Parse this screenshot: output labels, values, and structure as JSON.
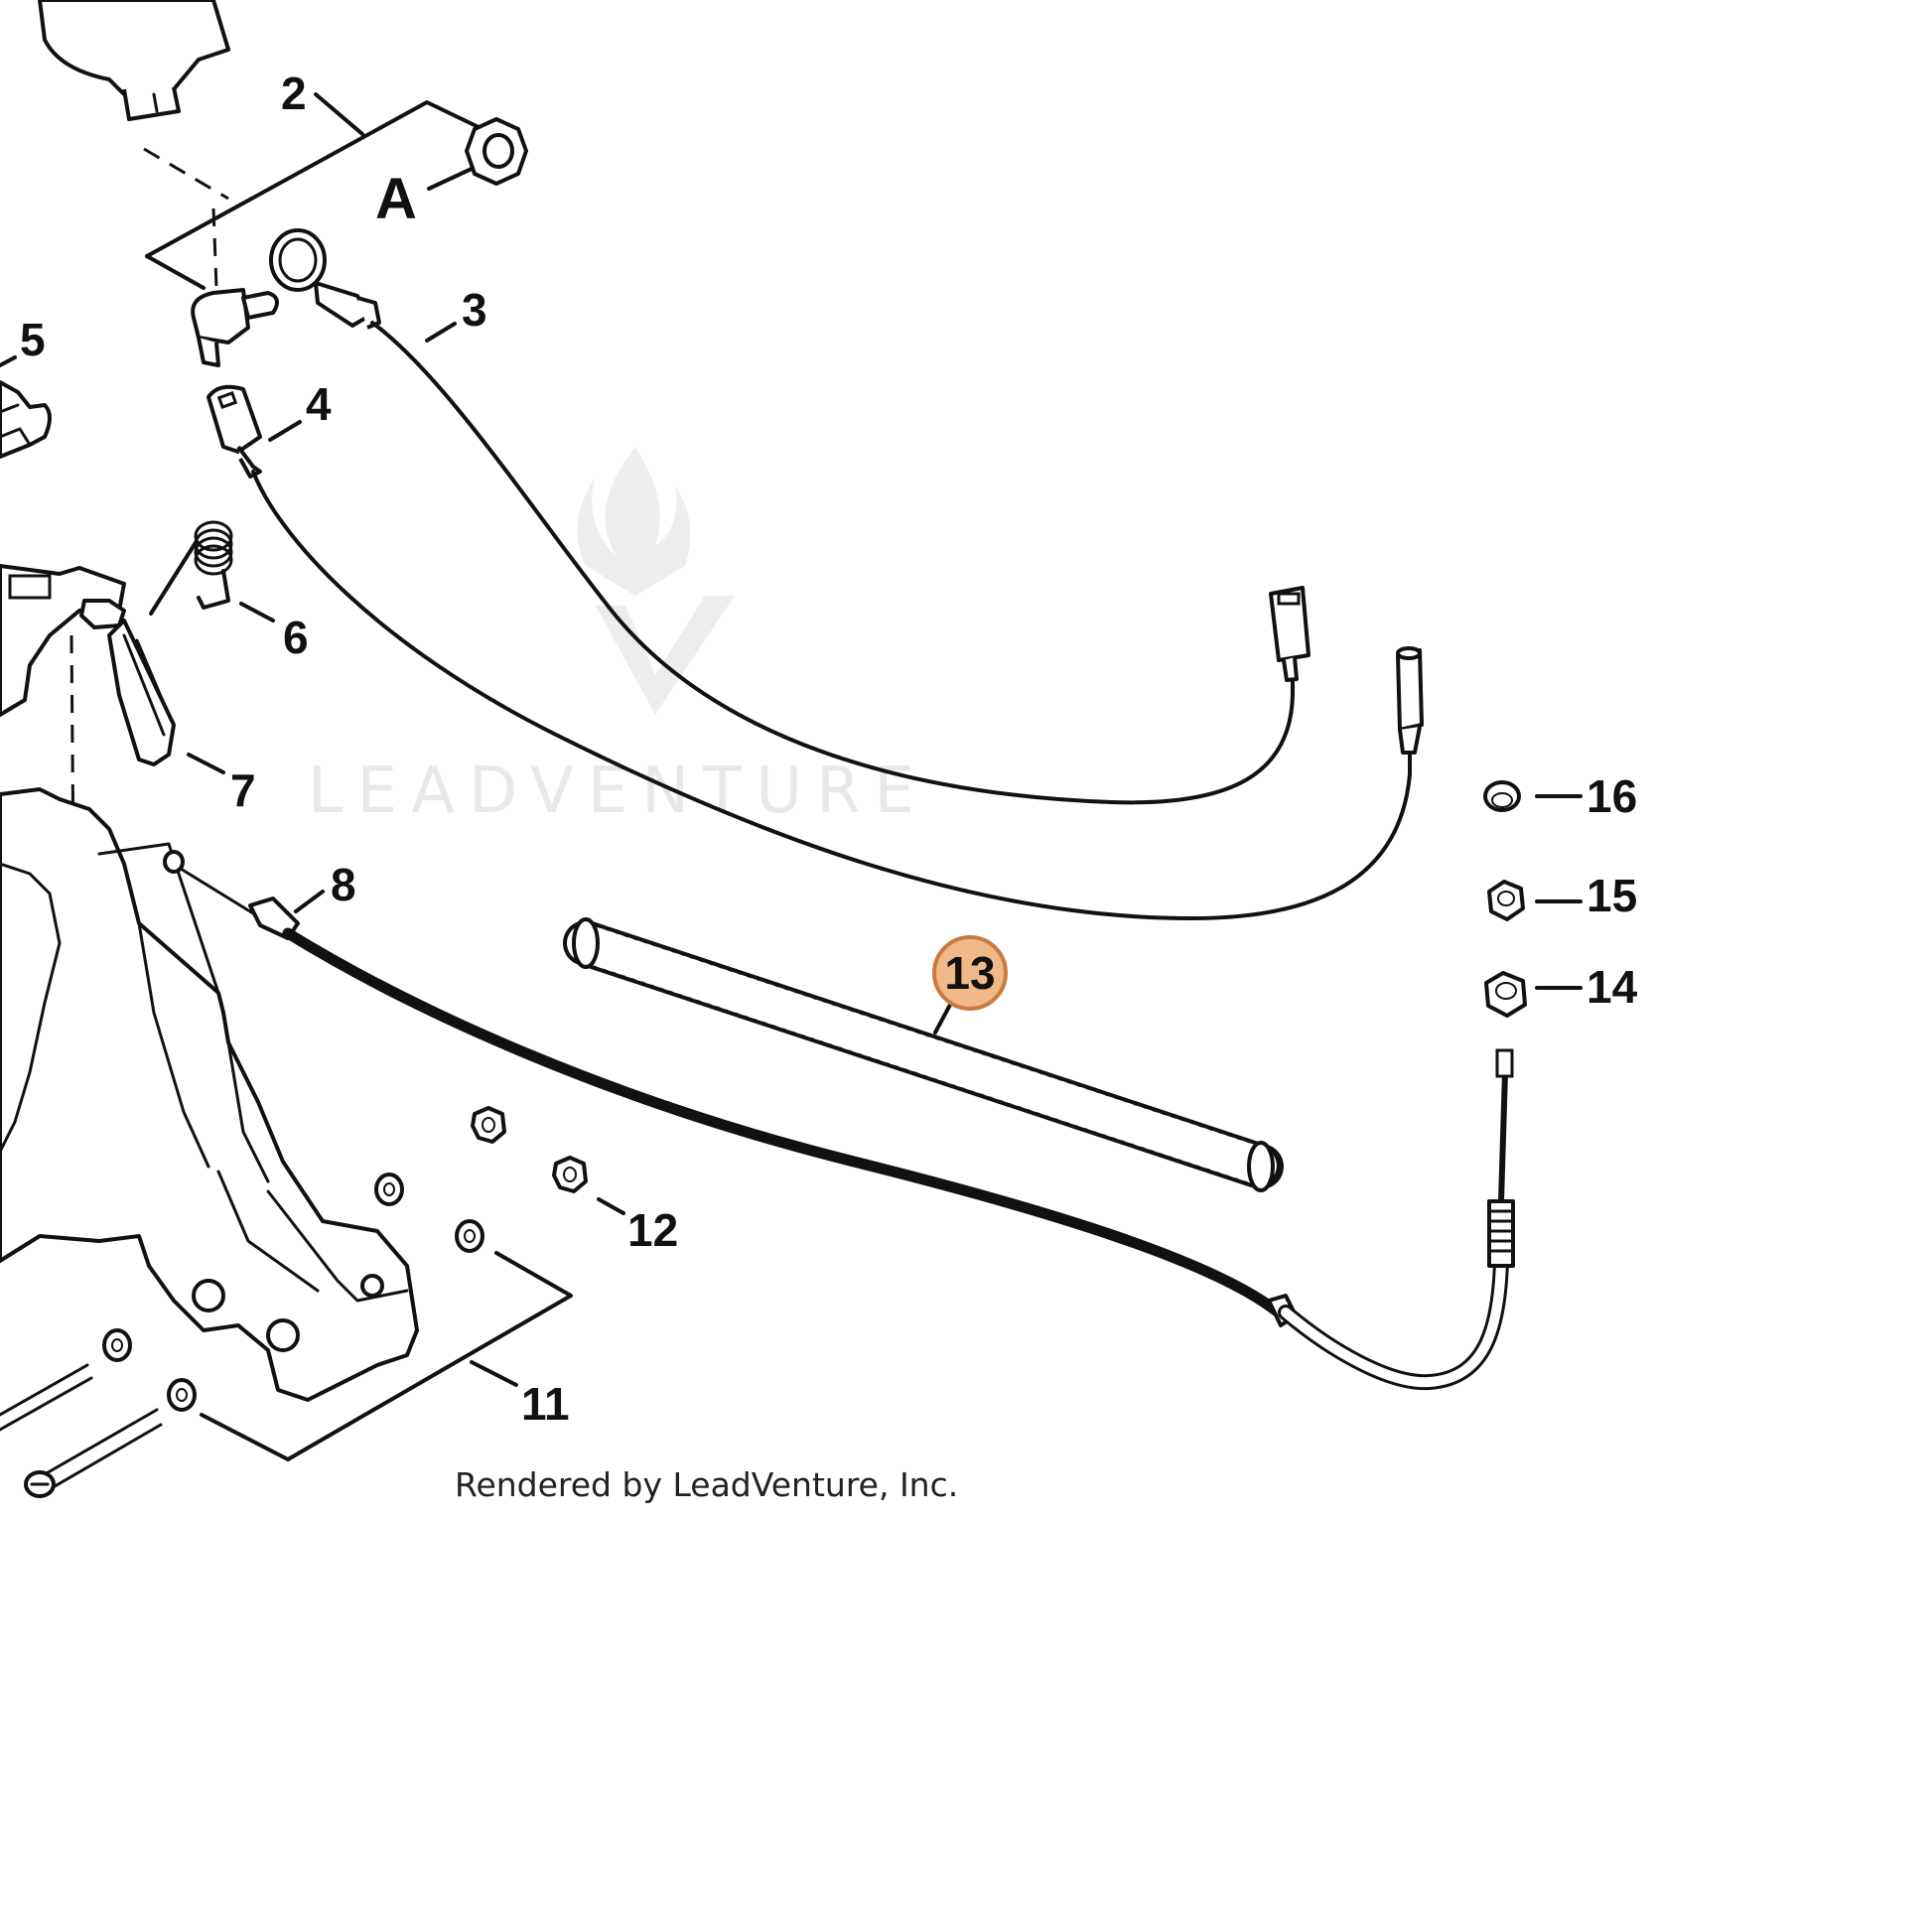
{
  "diagram": {
    "callouts": [
      {
        "id": "A",
        "label": "A"
      },
      {
        "id": "2",
        "label": "2"
      },
      {
        "id": "3",
        "label": "3"
      },
      {
        "id": "4",
        "label": "4"
      },
      {
        "id": "5",
        "label": "5"
      },
      {
        "id": "6",
        "label": "6"
      },
      {
        "id": "7",
        "label": "7"
      },
      {
        "id": "8",
        "label": "8"
      },
      {
        "id": "11",
        "label": "11"
      },
      {
        "id": "12",
        "label": "12"
      },
      {
        "id": "13",
        "label": "13",
        "highlighted": true
      },
      {
        "id": "14",
        "label": "14"
      },
      {
        "id": "15",
        "label": "15"
      },
      {
        "id": "16",
        "label": "16"
      }
    ],
    "highlight_color": "#f0b98a",
    "footer_text": "Rendered by LeadVenture, Inc.",
    "watermark": "LEADVENTURE"
  }
}
